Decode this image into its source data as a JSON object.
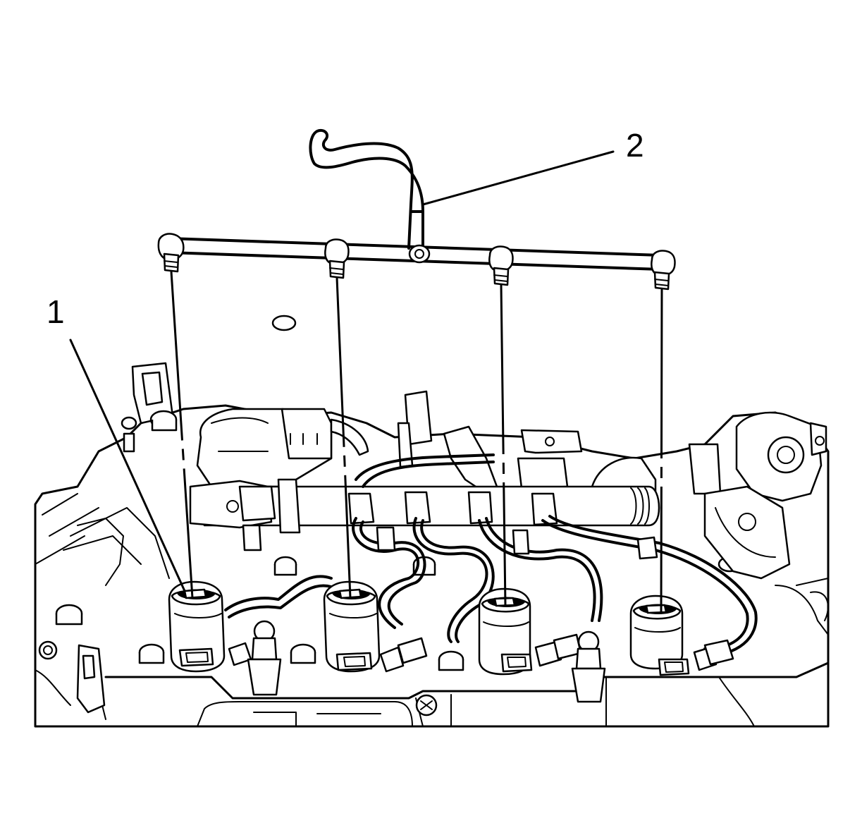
{
  "callouts": [
    {
      "id": "1",
      "text": "1"
    },
    {
      "id": "2",
      "text": "2"
    }
  ],
  "colors": {
    "line": "#000000",
    "background": "#ffffff"
  },
  "injector_count": 4
}
